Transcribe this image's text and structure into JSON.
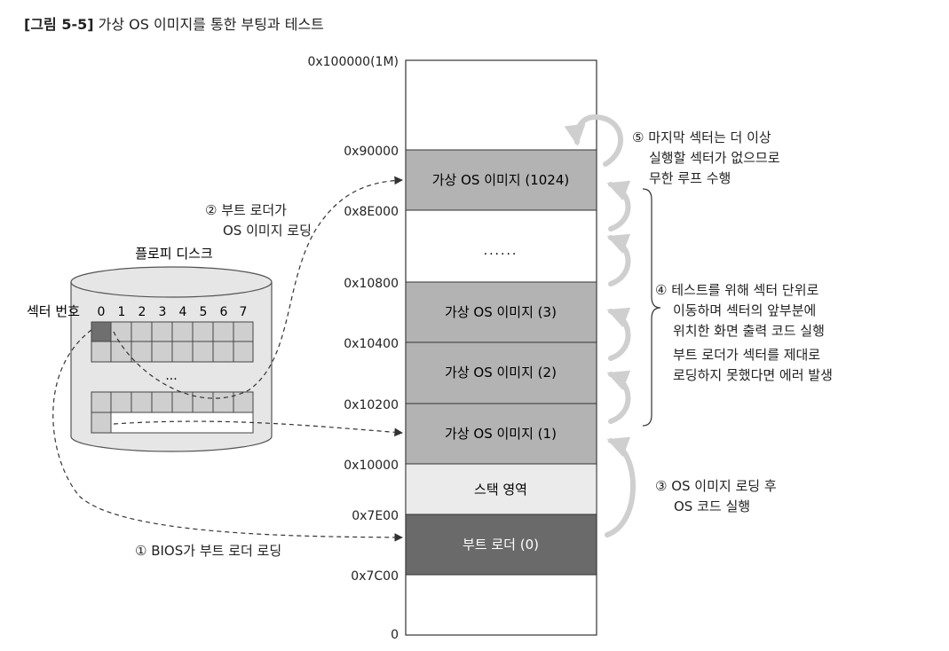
{
  "caption": {
    "label": "[그림 5-5]",
    "text": "가상 OS 이미지를 통한 부팅과 테스트"
  },
  "memory_map": {
    "addresses": {
      "top": "0x100000(1M)",
      "a90000": "0x90000",
      "a8E000": "0x8E000",
      "a10800": "0x10800",
      "a10400": "0x10400",
      "a10200": "0x10200",
      "a10000": "0x10000",
      "a7E00": "0x7E00",
      "a7C00": "0x7C00",
      "zero": "0"
    },
    "blocks": {
      "img1024": "가상 OS 이미지 (1024)",
      "dots": "......",
      "img3": "가상 OS 이미지 (3)",
      "img2": "가상 OS 이미지 (2)",
      "img1": "가상 OS 이미지 (1)",
      "stack": "스택 영역",
      "boot": "부트 로더 (0)"
    }
  },
  "disk": {
    "title": "플로피 디스크",
    "sector_label": "섹터 번호",
    "sector_numbers": [
      "0",
      "1",
      "2",
      "3",
      "4",
      "5",
      "6",
      "7"
    ],
    "ellipsis": "..."
  },
  "annotations": {
    "step1": "① BIOS가 부트 로더 로딩",
    "step2_line1": "② 부트 로더가",
    "step2_line2": "OS 이미지 로딩",
    "step3_line1": "③ OS 이미지 로딩 후",
    "step3_line2": "OS 코드 실행",
    "step4_line1": "④ 테스트를 위해 섹터 단위로",
    "step4_line2": "이동하며 섹터의 앞부분에",
    "step4_line3": "위치한 화면 출력 코드 실행",
    "step4_line4": "부트 로더가 섹터를 제대로",
    "step4_line5": "로딩하지 못했다면 에러 발생",
    "step5_line1": "⑤ 마지막 섹터는 더 이상",
    "step5_line2": "실행할 섹터가 없으므로",
    "step5_line3": "무한 루프 수행"
  },
  "colors": {
    "image_block": "#b3b3b3",
    "stack_block": "#ebebeb",
    "boot_block": "#6a6a6a",
    "disk_fill": "#e6e6e6",
    "sector_fill": "#cfcfcf",
    "sector_first": "#6f6f6f",
    "arrow": "#cfcfcf"
  }
}
